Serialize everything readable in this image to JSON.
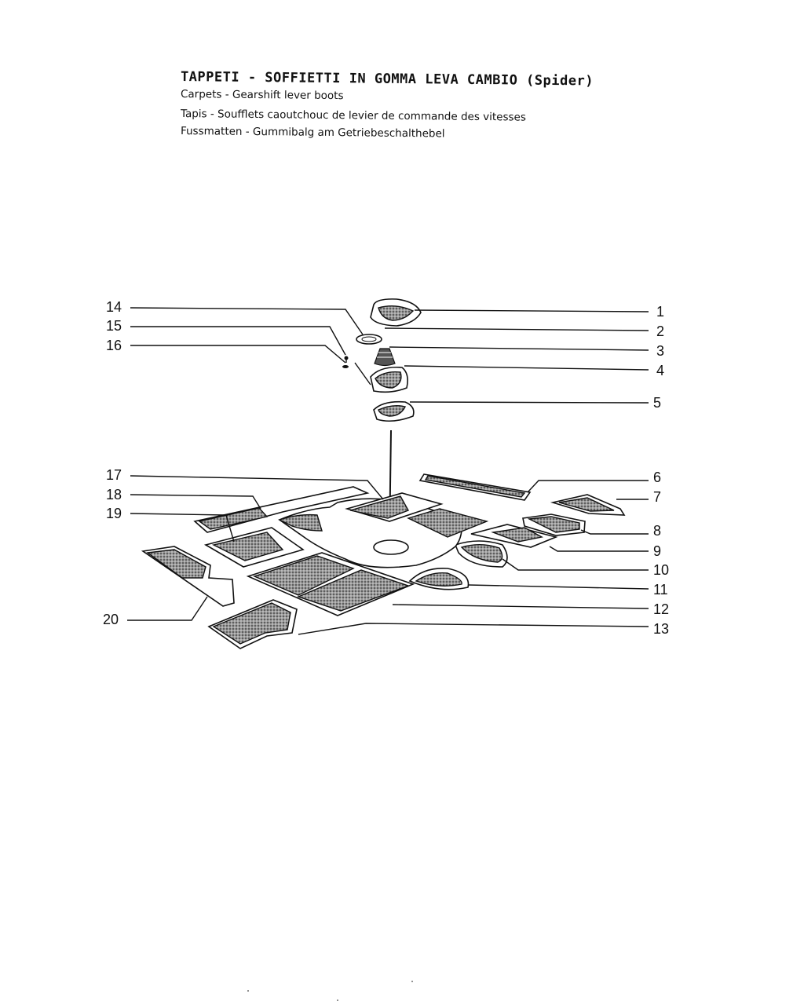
{
  "header": {
    "title": "TAPPETI - SOFFIETTI IN GOMMA LEVA CAMBIO (Spider)",
    "lines": [
      "Carpets - Gearshift lever boots",
      "Tapis - Soufflets caoutchouc de levier de commande des vitesses",
      "Fussmatten - Gummibalg am Getriebeschalthebel"
    ]
  },
  "callouts": [
    "1",
    "2",
    "3",
    "4",
    "5",
    "6",
    "7",
    "8",
    "9",
    "10",
    "11",
    "12",
    "13",
    "14",
    "15",
    "16",
    "17",
    "18",
    "19",
    "20"
  ]
}
